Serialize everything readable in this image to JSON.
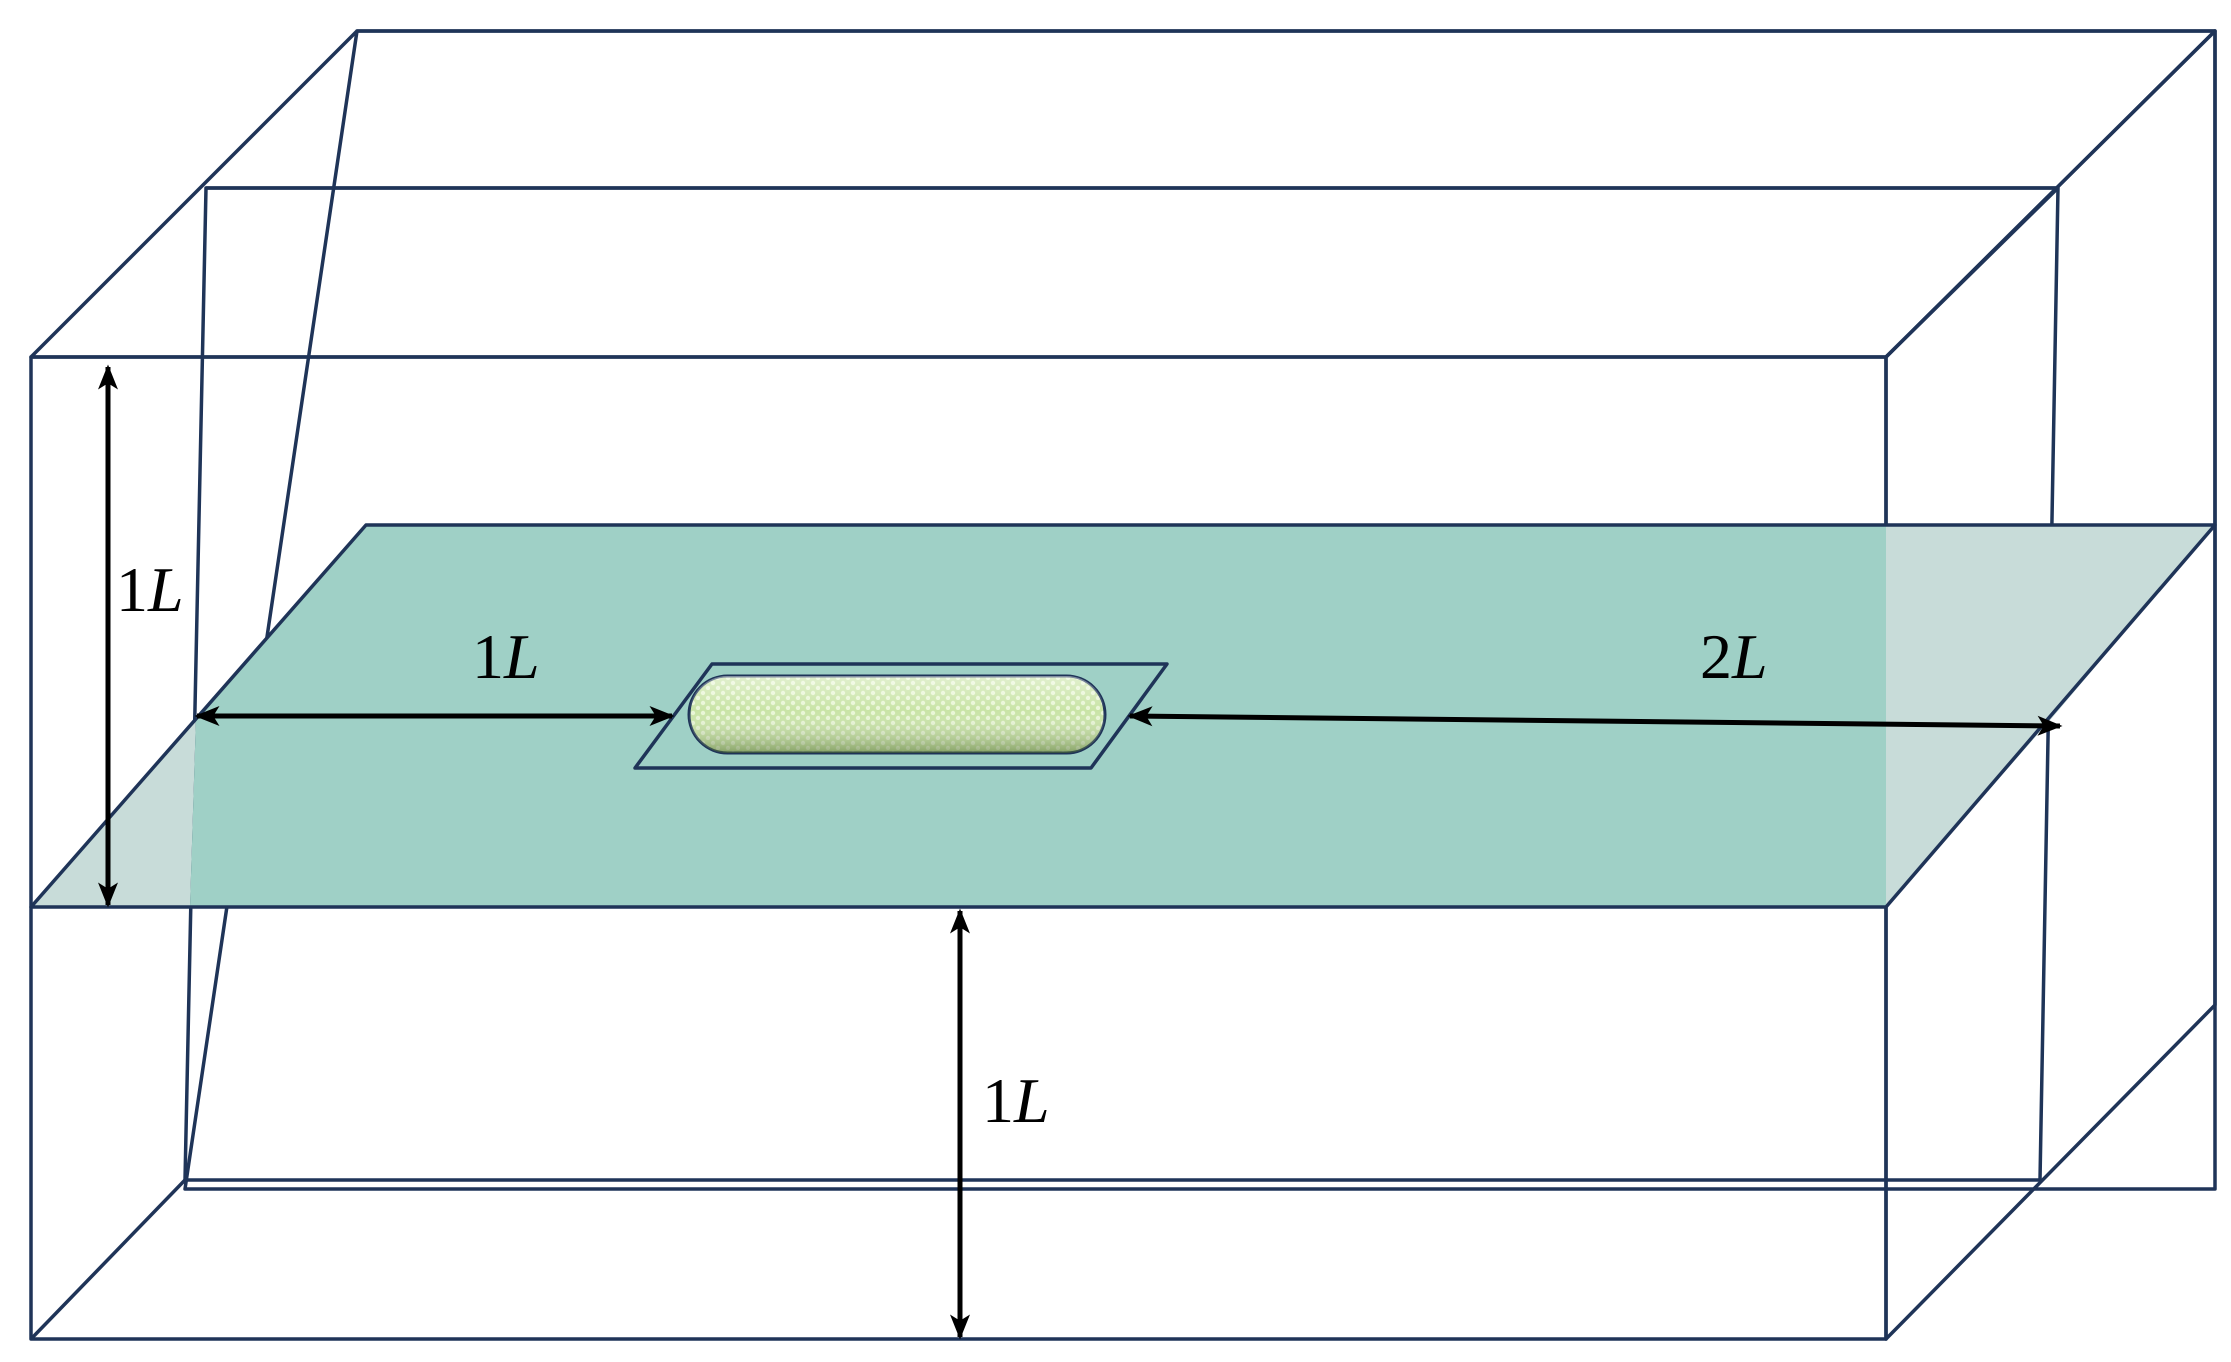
{
  "colors": {
    "outer_box_fill": "#fbe3d7",
    "outer_box_side_fill": "#f3ddd1",
    "inner_box_fill": "#c9dcbd",
    "water_plane_fill": "#9fd0c6",
    "plane_side_fill": "#c8dcd9",
    "hull_plate_fill": "#b9c4e8",
    "hull_body_fill": "#c9e4a6",
    "edge_color": "#1f3458",
    "arrow_color": "#000000"
  },
  "labels": {
    "left_height": {
      "num": "1",
      "unit": "L"
    },
    "upstream": {
      "num": "1",
      "unit": "L"
    },
    "downstream": {
      "num": "2",
      "unit": "L"
    },
    "depth": {
      "num": "1",
      "unit": "L"
    }
  }
}
